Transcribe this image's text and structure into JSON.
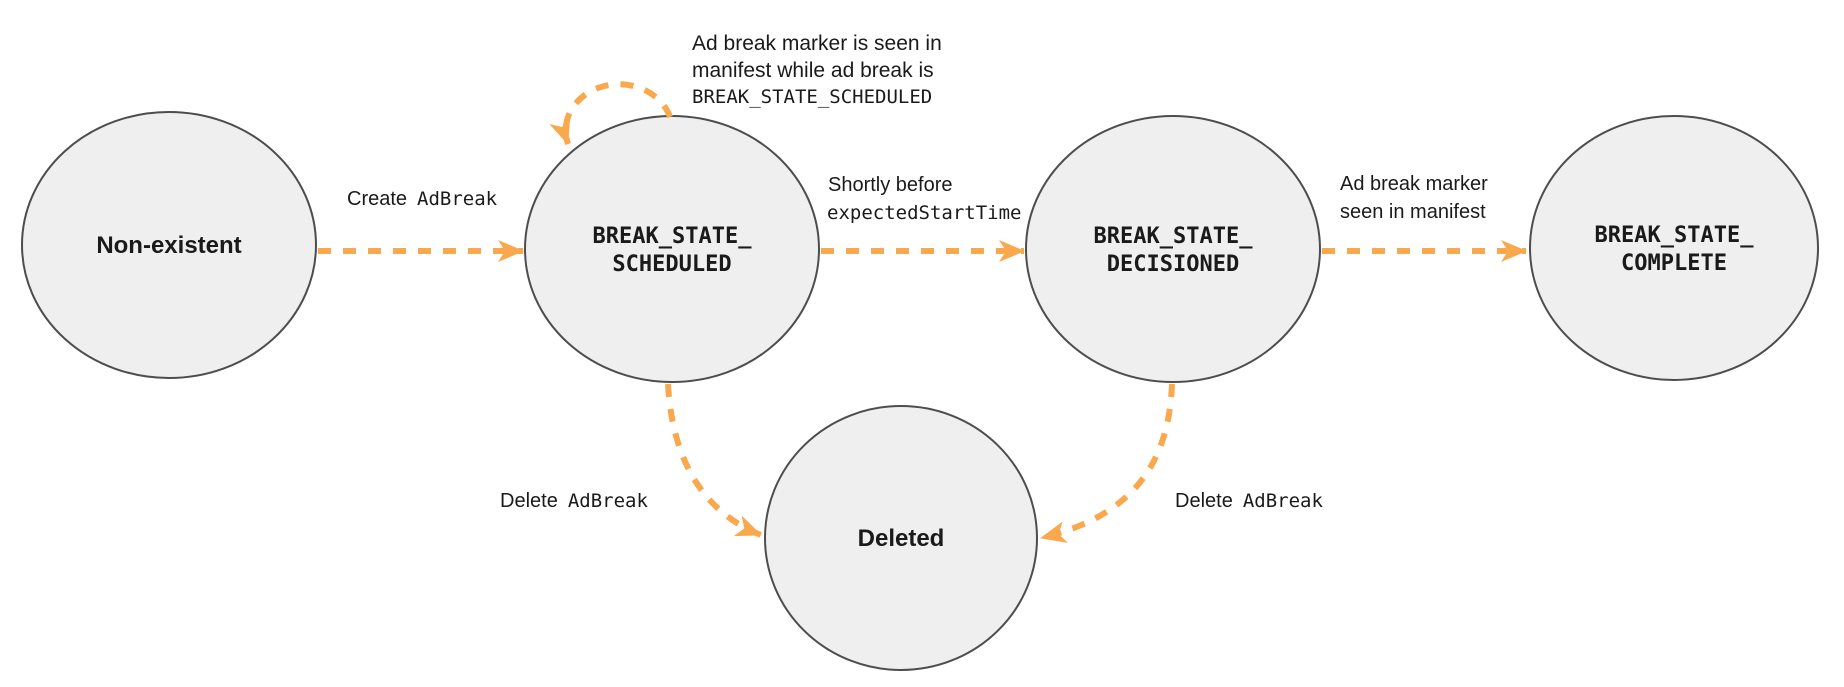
{
  "colors": {
    "arrow": "#F9A84D",
    "node_fill": "#EFEFEF",
    "node_border": "#4D4D4D",
    "label_text": "#1A1A1A",
    "bg": "#FFFFFF"
  },
  "nodes": {
    "non_existent": {
      "label": "Non-existent"
    },
    "scheduled": {
      "line1": "BREAK_STATE_",
      "line2": "SCHEDULED"
    },
    "decisioned": {
      "line1": "BREAK_STATE_",
      "line2": "DECISIONED"
    },
    "complete": {
      "line1": "BREAK_STATE_",
      "line2": "COMPLETE"
    },
    "deleted": {
      "label": "Deleted"
    }
  },
  "edges": {
    "create": {
      "action": "Create",
      "code": "AdBreak"
    },
    "scheduled_to_decisioned": {
      "line1": "Shortly before",
      "line2_code": "expectedStartTime"
    },
    "decisioned_to_complete": {
      "line1": "Ad break marker",
      "line2": "seen in manifest"
    },
    "self_loop": {
      "line1": "Ad break marker is seen in",
      "line2": "manifest while ad break is",
      "line3_code": "BREAK_STATE_SCHEDULED"
    },
    "delete_left": {
      "action": "Delete",
      "code": "AdBreak"
    },
    "delete_right": {
      "action": "Delete",
      "code": "AdBreak"
    }
  }
}
